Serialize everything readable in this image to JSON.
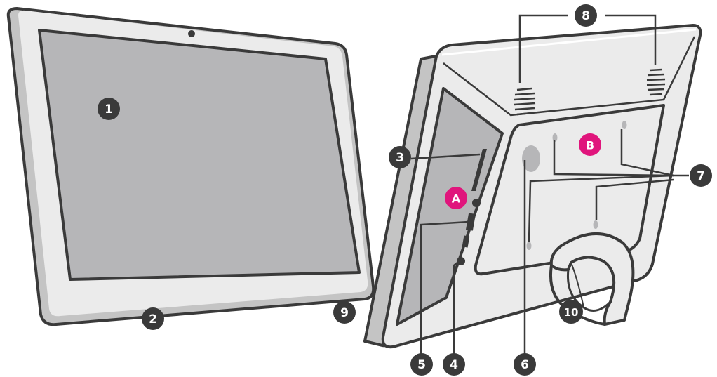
{
  "callouts": {
    "screen": "1",
    "front_button": "2",
    "memory_card_slot": "3",
    "dc_port": "4",
    "usb_ports": "5",
    "power_button": "6",
    "wall_mount_holes": "7",
    "speakers": "8",
    "side_button": "9",
    "stand": "10"
  },
  "section_markers": {
    "ports_panel": "A",
    "back_panel": "B"
  },
  "colors": {
    "callout_fill": "#3a3a3a",
    "section_marker_fill": "#e0157c",
    "outline": "#3a3a3a",
    "frame_light": "#ebebeb",
    "frame_mid": "#cfcfcf",
    "screen": "#b6b6b8"
  }
}
